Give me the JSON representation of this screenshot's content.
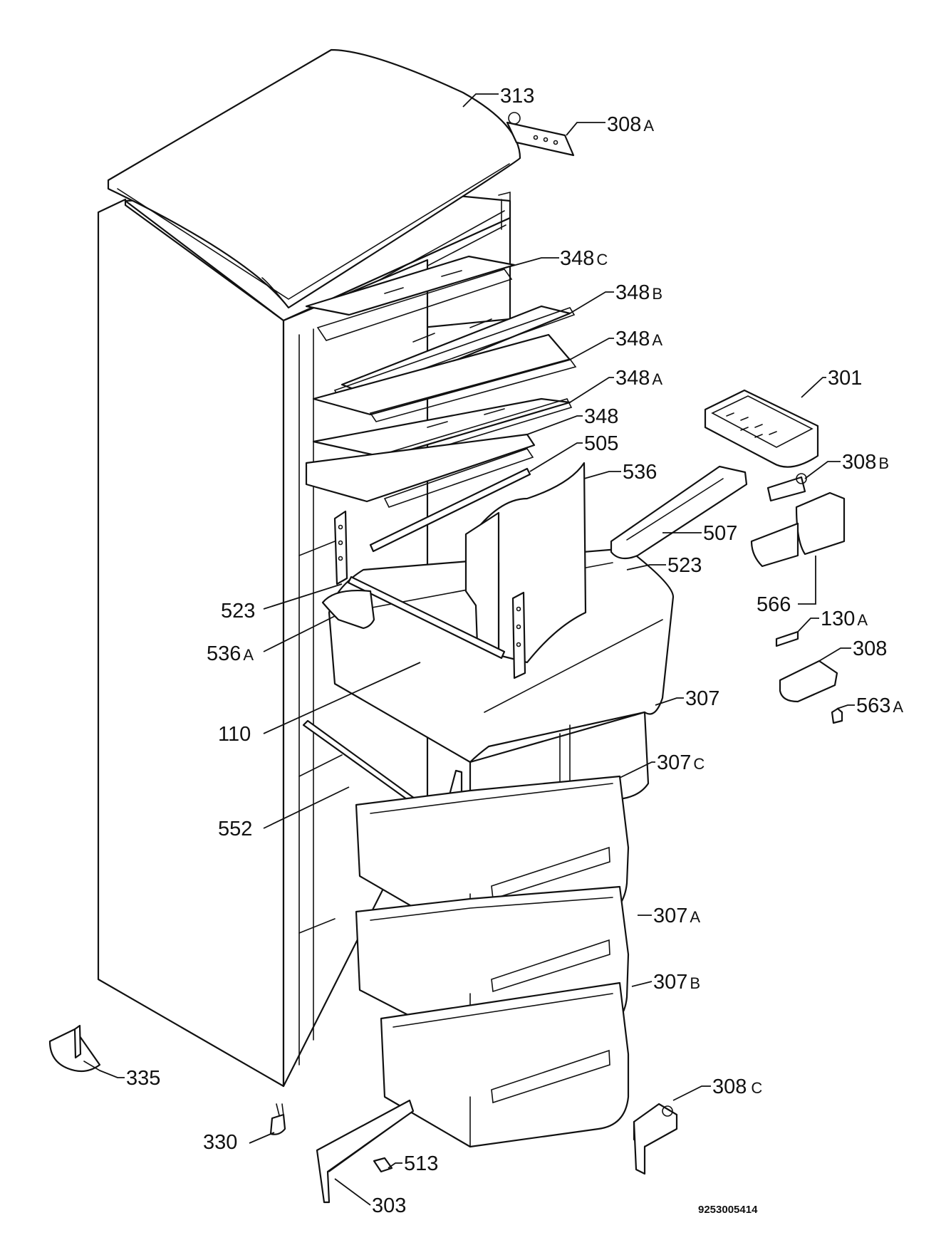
{
  "callouts": [
    {
      "id": "313",
      "num": "313",
      "suffix": ""
    },
    {
      "id": "308A",
      "num": "308",
      "suffix": "A"
    },
    {
      "id": "348C",
      "num": "348",
      "suffix": "C"
    },
    {
      "id": "348B",
      "num": "348",
      "suffix": "B"
    },
    {
      "id": "348A-1",
      "num": "348",
      "suffix": "A"
    },
    {
      "id": "348A-2",
      "num": "348",
      "suffix": "A"
    },
    {
      "id": "348",
      "num": "348",
      "suffix": ""
    },
    {
      "id": "505",
      "num": "505",
      "suffix": ""
    },
    {
      "id": "536",
      "num": "536",
      "suffix": ""
    },
    {
      "id": "301",
      "num": "301",
      "suffix": ""
    },
    {
      "id": "308B",
      "num": "308",
      "suffix": "B"
    },
    {
      "id": "507",
      "num": "507",
      "suffix": ""
    },
    {
      "id": "523-right",
      "num": "523",
      "suffix": ""
    },
    {
      "id": "566",
      "num": "566",
      "suffix": ""
    },
    {
      "id": "523-left",
      "num": "523",
      "suffix": ""
    },
    {
      "id": "536A",
      "num": "536",
      "suffix": "A"
    },
    {
      "id": "130A",
      "num": "130",
      "suffix": "A"
    },
    {
      "id": "308",
      "num": "308",
      "suffix": ""
    },
    {
      "id": "307",
      "num": "307",
      "suffix": ""
    },
    {
      "id": "563A",
      "num": "563",
      "suffix": "A"
    },
    {
      "id": "110",
      "num": "110",
      "suffix": ""
    },
    {
      "id": "307C",
      "num": "307",
      "suffix": "C"
    },
    {
      "id": "552",
      "num": "552",
      "suffix": ""
    },
    {
      "id": "307A",
      "num": "307",
      "suffix": "A"
    },
    {
      "id": "307B",
      "num": "307",
      "suffix": "B"
    },
    {
      "id": "335",
      "num": "335",
      "suffix": ""
    },
    {
      "id": "308C",
      "num": "308",
      "suffix": "C"
    },
    {
      "id": "330",
      "num": "330",
      "suffix": ""
    },
    {
      "id": "513",
      "num": "513",
      "suffix": ""
    },
    {
      "id": "303",
      "num": "303",
      "suffix": ""
    }
  ],
  "drawing_code": "9253005414"
}
